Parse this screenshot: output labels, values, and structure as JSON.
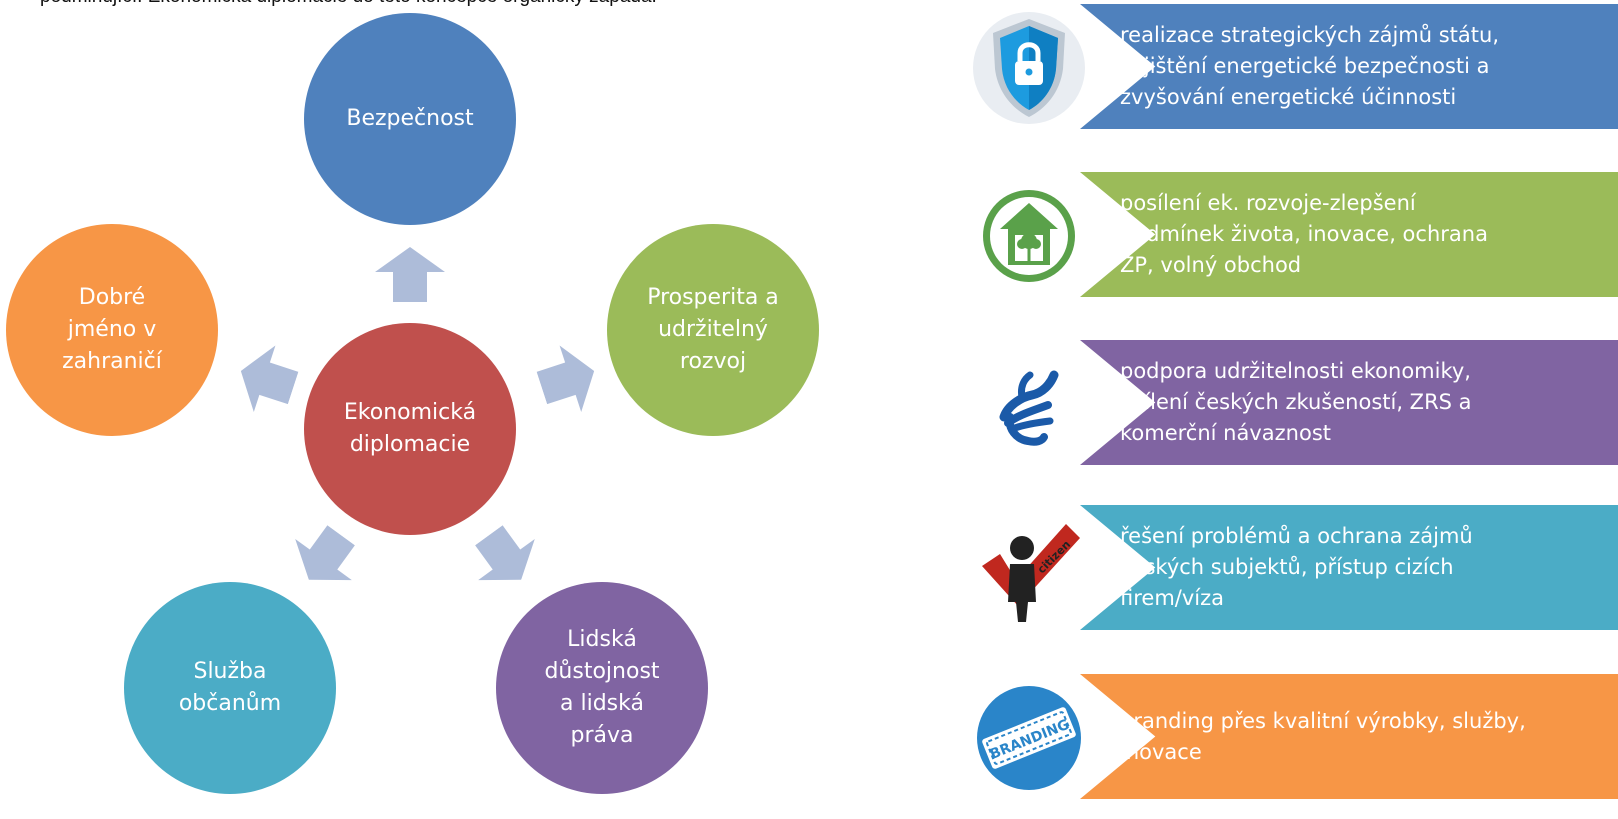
{
  "intro_text": "podmiňující. Ekonomická diplomacie do této koncepce organicky zapadá.",
  "diagram": {
    "center": {
      "lines": [
        "Ekonomická",
        "diplomacie"
      ],
      "color": "#c0504d"
    },
    "nodes": [
      {
        "id": "bezpecnost",
        "lines": [
          "Bezpečnost"
        ],
        "color": "#4f81bd"
      },
      {
        "id": "prosperita",
        "lines": [
          "Prosperita a",
          "udržitelný",
          "rozvoj"
        ],
        "color": "#9bbb59"
      },
      {
        "id": "lidska",
        "lines": [
          "Lidská",
          "důstojnost",
          "a lidská",
          "práva"
        ],
        "color": "#8064a2"
      },
      {
        "id": "sluzba",
        "lines": [
          "Služba",
          "občanům"
        ],
        "color": "#4bacc6"
      },
      {
        "id": "dobre",
        "lines": [
          "Dobré",
          "jméno v",
          "zahraničí"
        ],
        "color": "#f79646"
      }
    ],
    "arrow_color": "#adbcd9"
  },
  "panels": [
    {
      "icon": "shield-lock-icon",
      "color": "#4f81bd",
      "lines": [
        "realizace strategických zájmů státu,",
        "zajištění energetické bezpečnosti a",
        "zvyšování energetické účinnosti"
      ]
    },
    {
      "icon": "house-tree-icon",
      "color": "#9bbb59",
      "lines": [
        "posílení ek. rozvoje-zlepšení",
        "podmínek života, inovace, ochrana",
        "ŽP, volný obchod"
      ]
    },
    {
      "icon": "hand-icon",
      "color": "#8064a2",
      "lines": [
        "podpora udržitelnosti ekonomiky,",
        "sdílení českých zkušeností, ZRS a",
        "komerční návaznost"
      ]
    },
    {
      "icon": "citizen-check-icon",
      "icon_label": "citizen",
      "color": "#4bacc6",
      "lines": [
        "řešení problémů a ochrana zájmů",
        "českých subjektů, přístup cizích",
        "firem/víza"
      ]
    },
    {
      "icon": "branding-stamp-icon",
      "icon_label": "BRANDING",
      "color": "#f79646",
      "lines": [
        "branding přes kvalitní výrobky, služby,",
        "inovace"
      ]
    }
  ]
}
